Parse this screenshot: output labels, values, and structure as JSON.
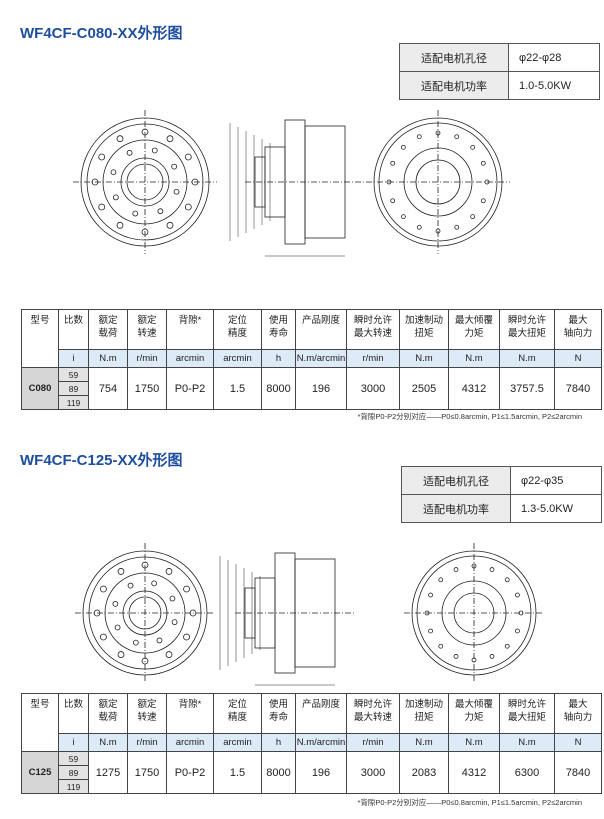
{
  "sections": [
    {
      "title": "WF4CF-C080-XX外形图",
      "spec": [
        {
          "label": "适配电机孔径",
          "value": "φ22-φ28"
        },
        {
          "label": "适配电机功率",
          "value": "1.0-5.0KW"
        }
      ],
      "headers": [
        "型号",
        "比数",
        "额定\n载荷",
        "额定\n转速",
        "背隙*",
        "定位\n精度",
        "使用\n寿命",
        "产品刚度",
        "瞬时允许\n最大转速",
        "加速制动\n扭矩",
        "最大倾覆\n力矩",
        "瞬时允许\n最大扭矩",
        "最大\n轴向力"
      ],
      "units": [
        "i",
        "N.m",
        "r/min",
        "arcmin",
        "arcmin",
        "h",
        "N.m/arcmin",
        "r/min",
        "N.m",
        "N.m",
        "N.m",
        "N"
      ],
      "model": "C080",
      "ratios": [
        "59",
        "89",
        "119"
      ],
      "values": [
        "754",
        "1750",
        "P0-P2",
        "1.5",
        "8000",
        "196",
        "3000",
        "2505",
        "4312",
        "3757.5",
        "7840"
      ],
      "note": "*背隙P0-P2分别对应——P0≤0.8arcmin, P1≤1.5arcmin, P2≤2arcmin"
    },
    {
      "title": "WF4CF-C125-XX外形图",
      "spec": [
        {
          "label": "适配电机孔径",
          "value": "φ22-φ35"
        },
        {
          "label": "适配电机功率",
          "value": "1.3-5.0KW"
        }
      ],
      "headers": [
        "型号",
        "比数",
        "额定\n载荷",
        "额定\n转速",
        "背隙*",
        "定位\n精度",
        "使用\n寿命",
        "产品刚度",
        "瞬时允许\n最大转速",
        "加速制动\n扭矩",
        "最大倾覆\n力矩",
        "瞬时允许\n最大扭矩",
        "最大\n轴向力"
      ],
      "units": [
        "i",
        "N.m",
        "r/min",
        "arcmin",
        "arcmin",
        "h",
        "N.m/arcmin",
        "r/min",
        "N.m",
        "N.m",
        "N.m",
        "N"
      ],
      "model": "C125",
      "ratios": [
        "59",
        "89",
        "119"
      ],
      "values": [
        "1275",
        "1750",
        "P0-P2",
        "1.5",
        "8000",
        "196",
        "3000",
        "2083",
        "4312",
        "6300",
        "7840"
      ],
      "note": "*背隙P0-P2分别对应——P0≤0.8arcmin, P1≤1.5arcmin, P2≤2arcmin"
    }
  ]
}
